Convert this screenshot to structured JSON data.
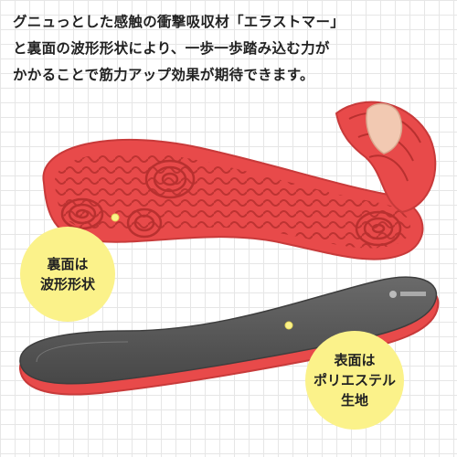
{
  "headline": {
    "line1": "グニュっとした感触の衝撃吸収材「エラストマー」",
    "line2": "と裏面の波形形状により、一歩一歩踏み込む力が",
    "line3": "かかることで筋力アップ効果が期待できます。"
  },
  "callout_back": {
    "line1": "裏面は",
    "line2": "波形形状"
  },
  "callout_front": {
    "line1": "表面は",
    "line2": "ポリエステル",
    "line3": "生地"
  },
  "colors": {
    "insole_red": "#e84a4a",
    "insole_gray": "#5a5a5a",
    "callout_yellow": "#fbf28a"
  }
}
